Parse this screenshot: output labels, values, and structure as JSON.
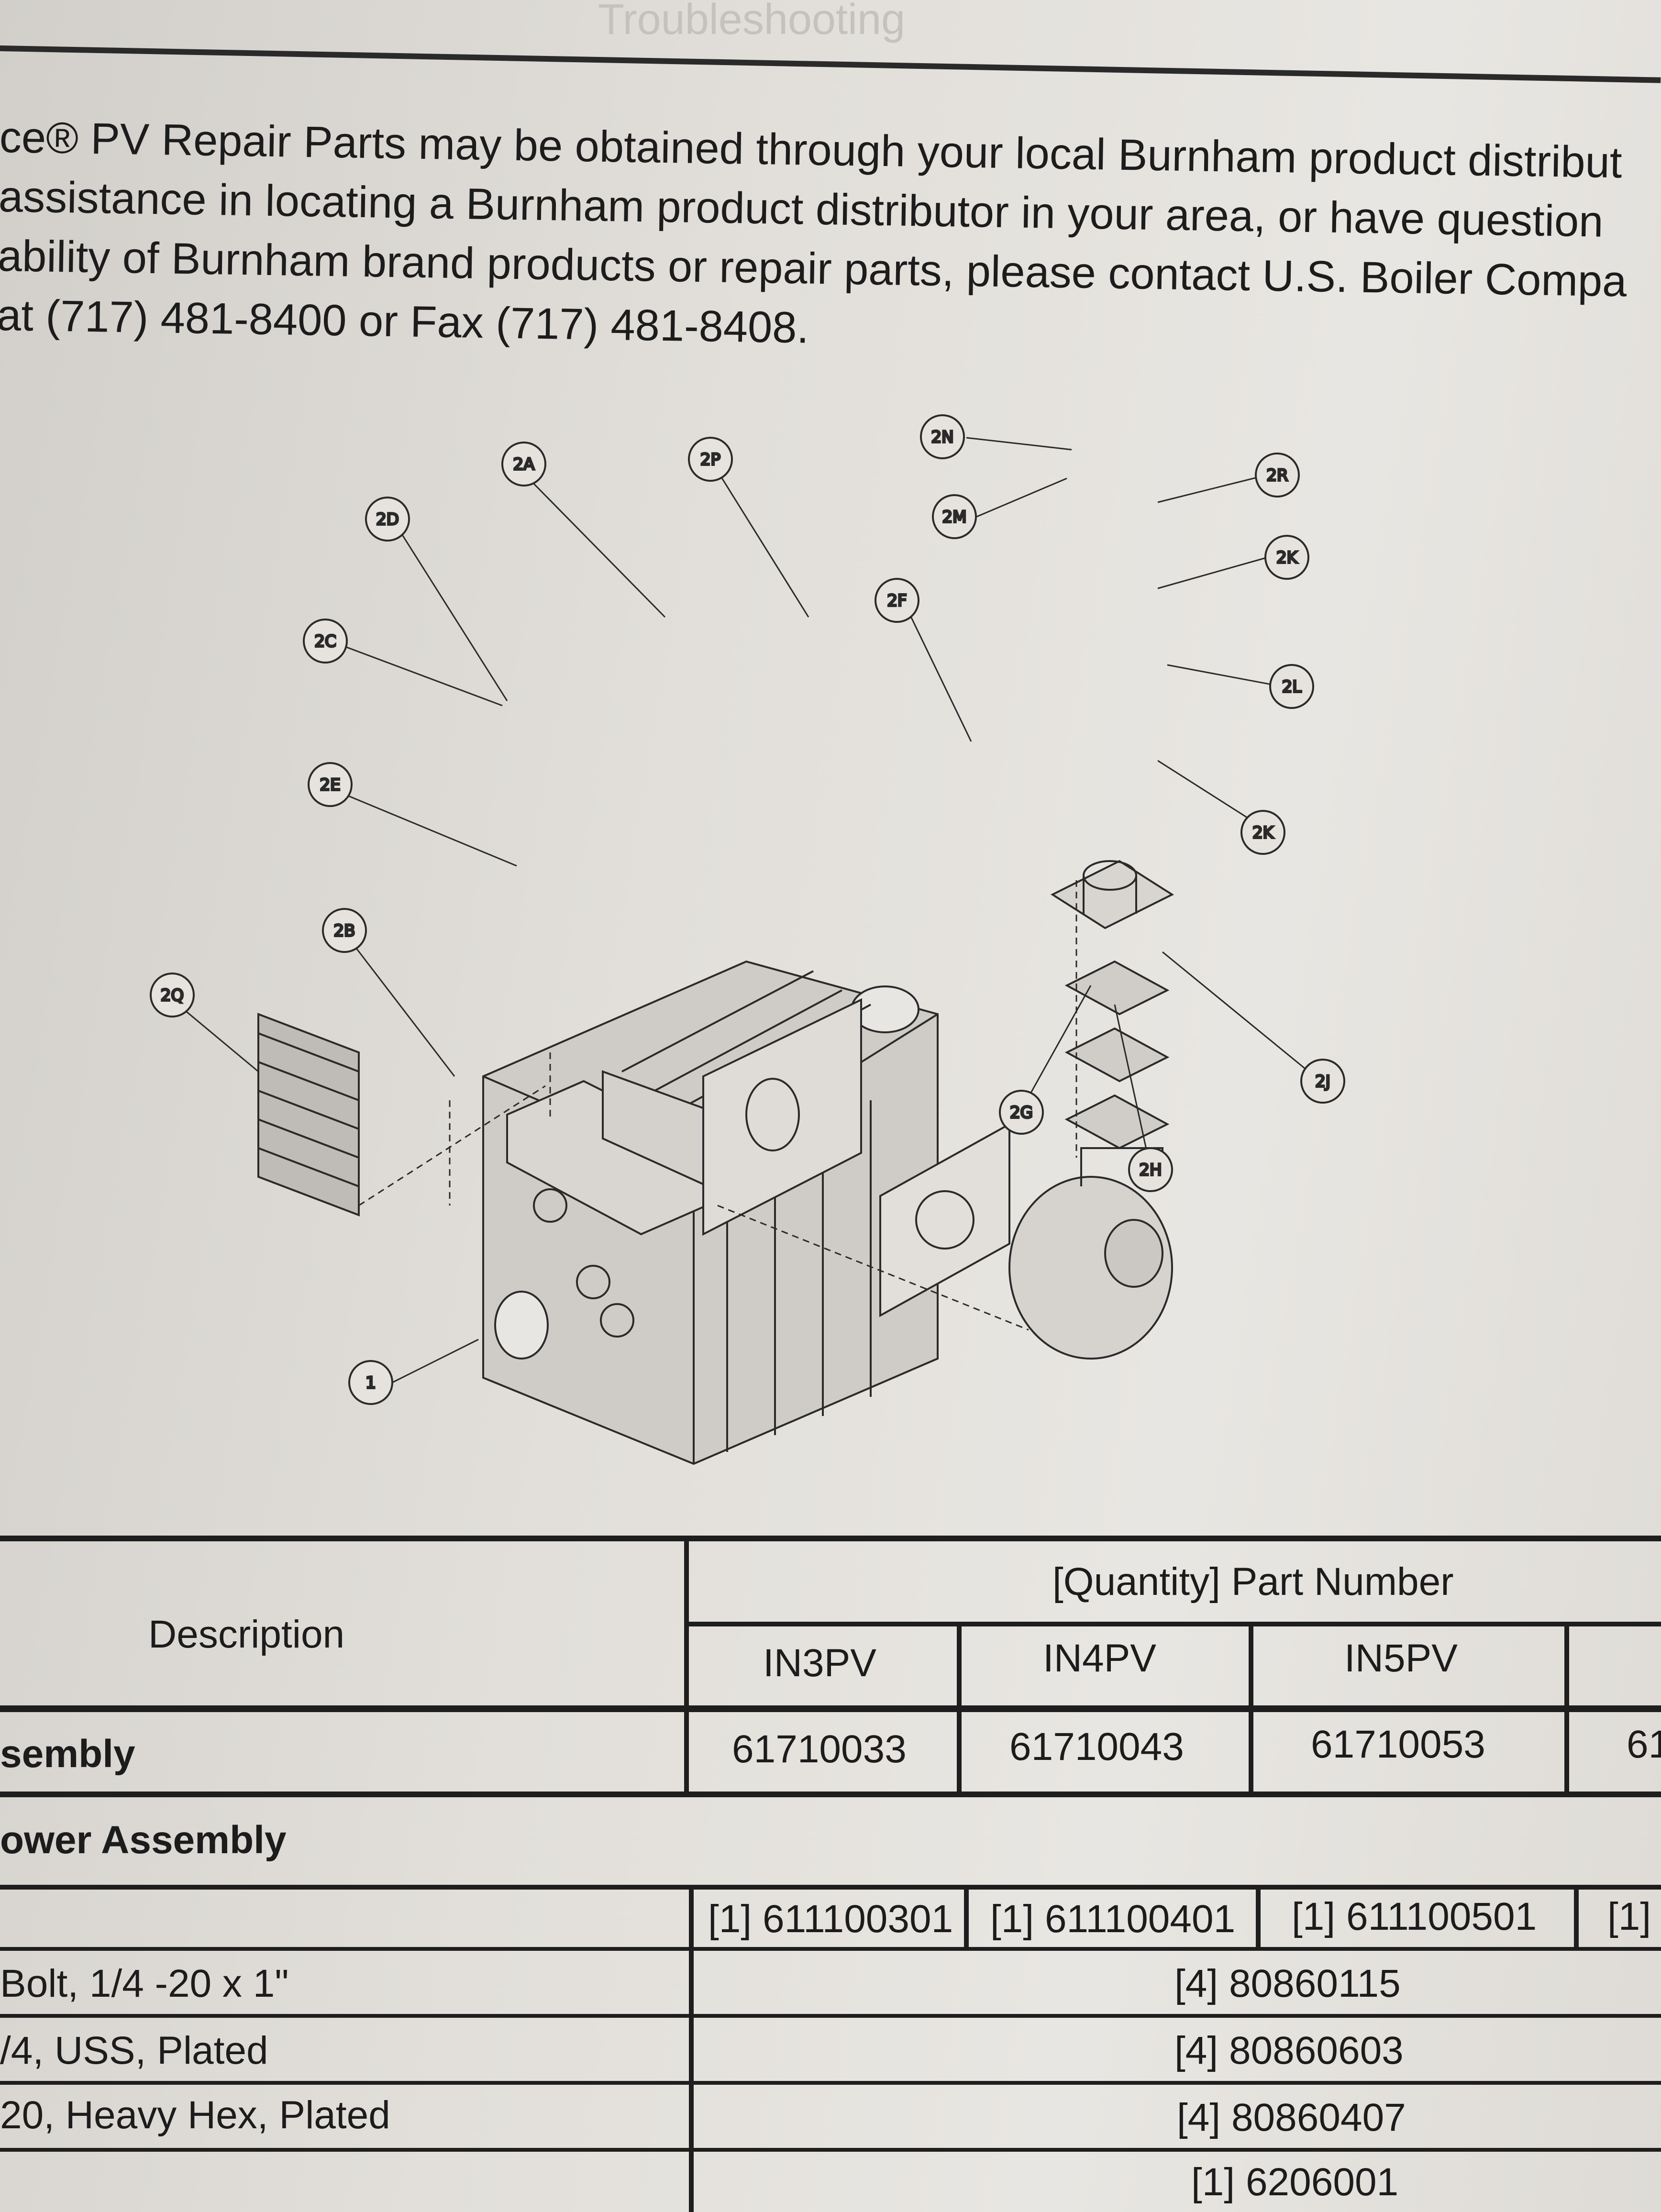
{
  "header": {
    "ghost_title": "Troubleshooting"
  },
  "intro": {
    "lines": [
      "ce® PV Repair Parts may be obtained through your local Burnham product distribut",
      " assistance in locating a Burnham product distributor in your area, or have question",
      "ability of Burnham brand products or repair parts, please contact U.S. Boiler Compa",
      " at (717) 481-8400 or Fax (717) 481-8408."
    ]
  },
  "diagram": {
    "callouts": [
      "2A",
      "2P",
      "2N",
      "2M",
      "2R",
      "2D",
      "2K",
      "2C",
      "2F",
      "2L",
      "2E",
      "2K",
      "2B",
      "2Q",
      "2J",
      "2G",
      "2H",
      "1"
    ]
  },
  "table": {
    "quantity_header": "[Quantity] Part Number",
    "description_header": "Description",
    "models": [
      "IN3PV",
      "IN4PV",
      "IN5PV"
    ],
    "assembly_row": {
      "label": "sembly",
      "values": [
        "61710033",
        "61710043",
        "61710053",
        "61"
      ]
    },
    "section_title": "ower Assembly",
    "rows": [
      {
        "label": "",
        "values": [
          "[1] 611100301",
          "[1] 611100401",
          "[1] 611100501",
          "[1]"
        ]
      },
      {
        "label": "Bolt, 1/4 -20 x 1\"",
        "value": "[4] 80860115"
      },
      {
        "label": "/4, USS, Plated",
        "value": "[4] 80860603"
      },
      {
        "label": "20, Heavy Hex, Plated",
        "value": "[4] 80860407"
      },
      {
        "label": "",
        "value": "[1] 6206001"
      }
    ]
  }
}
